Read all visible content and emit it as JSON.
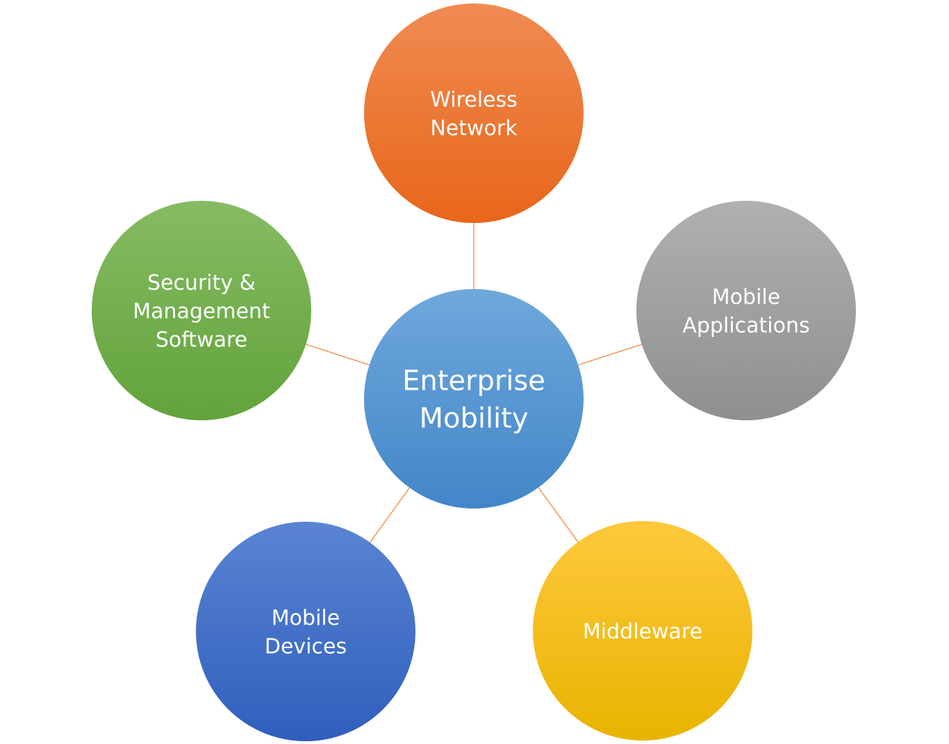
{
  "center": {
    "id": "enterprise-mobility",
    "lines": [
      "Enterprise",
      "Mobility"
    ],
    "color_top": "#6fa8dc",
    "color_bottom": "#4286c8"
  },
  "nodes": [
    {
      "id": "wireless-network",
      "lines": [
        "Wireless",
        "Network"
      ],
      "color_top": "#f08b52",
      "color_bottom": "#e8661a"
    },
    {
      "id": "mobile-applications",
      "lines": [
        "Mobile",
        "Applications"
      ],
      "color_top": "#b0b0b0",
      "color_bottom": "#8f8f8f"
    },
    {
      "id": "middleware",
      "lines": [
        "Middleware"
      ],
      "color_top": "#ffc83d",
      "color_bottom": "#e8b400"
    },
    {
      "id": "mobile-devices",
      "lines": [
        "Mobile",
        "Devices"
      ],
      "color_top": "#5a84d2",
      "color_bottom": "#2f5fbd"
    },
    {
      "id": "security-management-software",
      "lines": [
        "Security &",
        "Management",
        "Software"
      ],
      "color_top": "#86bb64",
      "color_bottom": "#62a33a"
    }
  ],
  "connector_color": "#ed7d31"
}
